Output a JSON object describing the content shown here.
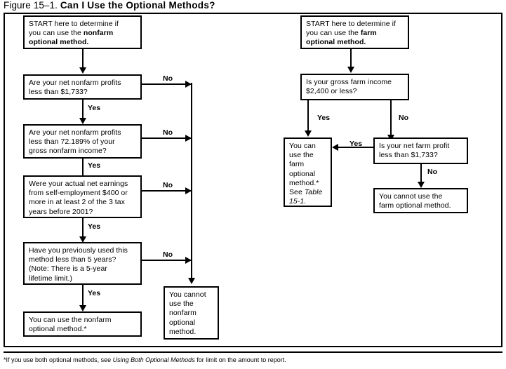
{
  "title": {
    "label": "Figure 15–1.",
    "question": "Can I Use the Optional Methods?"
  },
  "footnote": {
    "marker": "*",
    "text_before": "If you use both optional methods, see ",
    "italic": "Using Both Optional Methods",
    "text_after": " for limit on the amount to report."
  },
  "labels": {
    "yes": "Yes",
    "no": "No"
  },
  "nonfarm": {
    "start": {
      "line1": "START here to determine if",
      "line2_plain": "you can use the ",
      "line2_bold": "nonfarm",
      "line3_bold": "optional method."
    },
    "q1": {
      "line1": "Are your net nonfarm profits",
      "line2": "less than $1,733?"
    },
    "q2": {
      "line1": "Are your net nonfarm profits",
      "line2": "less than 72.189% of your",
      "line3": "gross nonfarm income?"
    },
    "q3": {
      "line1": "Were your actual net earnings",
      "line2": "from self-employment $400 or",
      "line3": "more in at least 2 of the 3 tax",
      "line4": "years before 2001?"
    },
    "q4": {
      "line1": "Have you previously used this",
      "line2": "method less than 5 years?",
      "line3": "(Note: There is a 5-year",
      "line4": "lifetime limit.)"
    },
    "yes_result": {
      "line1": "You can use the nonfarm",
      "line2": "optional method.*"
    },
    "no_result": {
      "line1": "You cannot",
      "line2": "use the",
      "line3": "nonfarm",
      "line4": "optional",
      "line5": "method."
    }
  },
  "farm": {
    "start": {
      "line1": "START here to determine if",
      "line2_plain": "you can use the ",
      "line2_bold": "farm",
      "line3_bold": "optional method."
    },
    "q1": {
      "line1": "Is your gross farm income",
      "line2": "$2,400 or less?"
    },
    "q2": {
      "line1": "Is your net farm profit",
      "line2": "less than $1,733?"
    },
    "yes_result": {
      "line1": "You can",
      "line2": "use the",
      "line3": "farm",
      "line4": "optional",
      "line5": "method.*",
      "line6_plain": "See ",
      "line6_italic": "Table",
      "line7_italic": "15-1."
    },
    "no_result": {
      "line1": "You cannot use the",
      "line2": "farm optional method."
    }
  }
}
